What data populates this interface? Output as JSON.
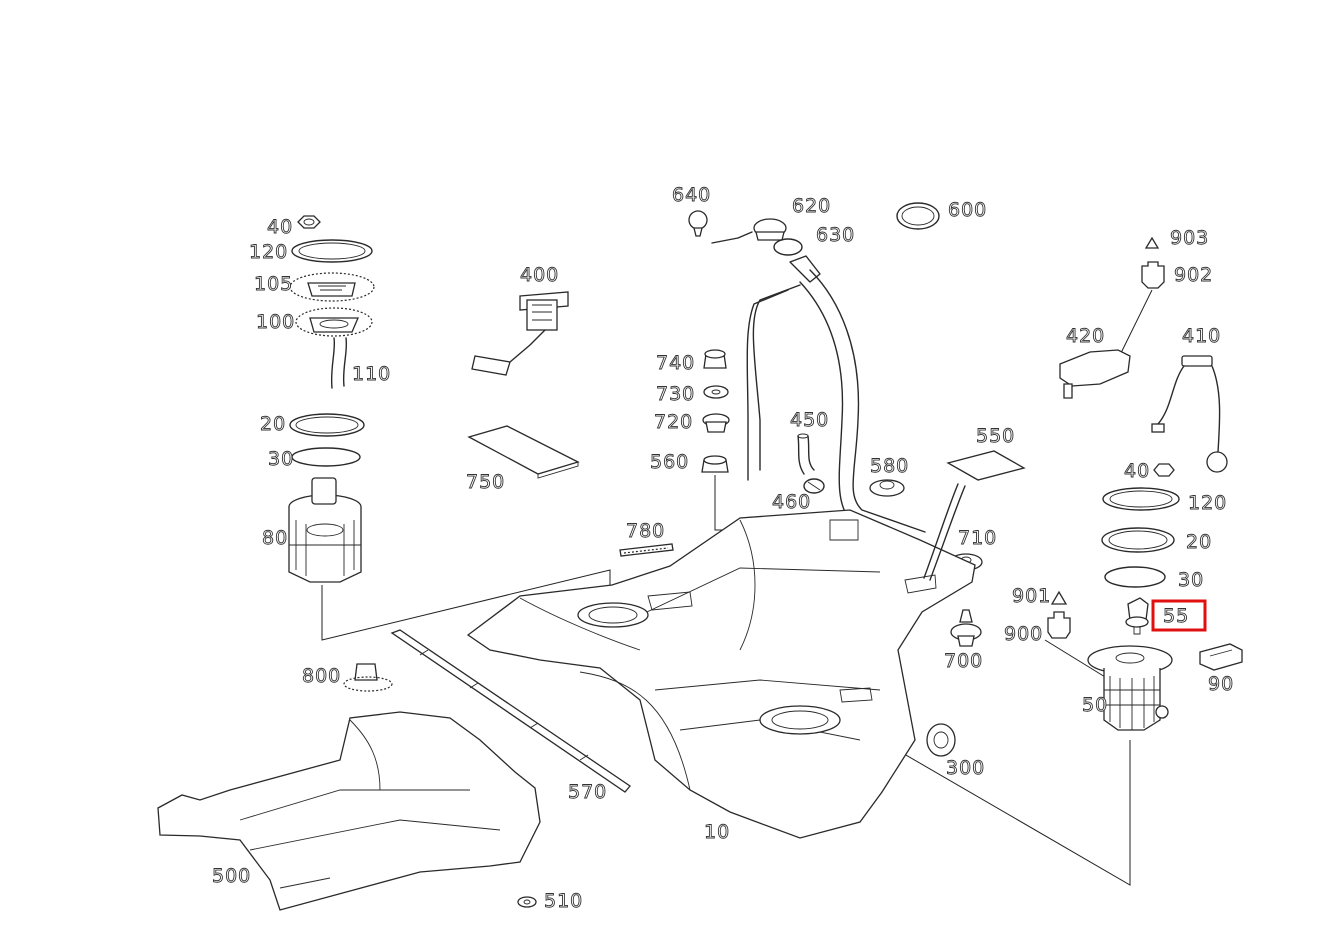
{
  "highlight_color": "#e01010",
  "highlighted_part": "55",
  "labels": {
    "p640": "640",
    "p620": "620",
    "p630": "630",
    "p600": "600",
    "p903": "903",
    "p902": "902",
    "p420": "420",
    "p410": "410",
    "p40a": "40",
    "p120a": "120",
    "p105": "105",
    "p100": "100",
    "p110": "110",
    "p20a": "20",
    "p30a": "30",
    "p80": "80",
    "p400": "400",
    "p750": "750",
    "p740": "740",
    "p730": "730",
    "p720": "720",
    "p560": "560",
    "p450": "450",
    "p460": "460",
    "p580": "580",
    "p550": "550",
    "p780": "780",
    "p710": "710",
    "p700": "700",
    "p40b": "40",
    "p120b": "120",
    "p20b": "20",
    "p30b": "30",
    "p901": "901",
    "p900": "900",
    "p55": "55",
    "p90": "90",
    "p50": "50",
    "p800": "800",
    "p300": "300",
    "p570": "570",
    "p10": "10",
    "p500": "500",
    "p510": "510"
  }
}
